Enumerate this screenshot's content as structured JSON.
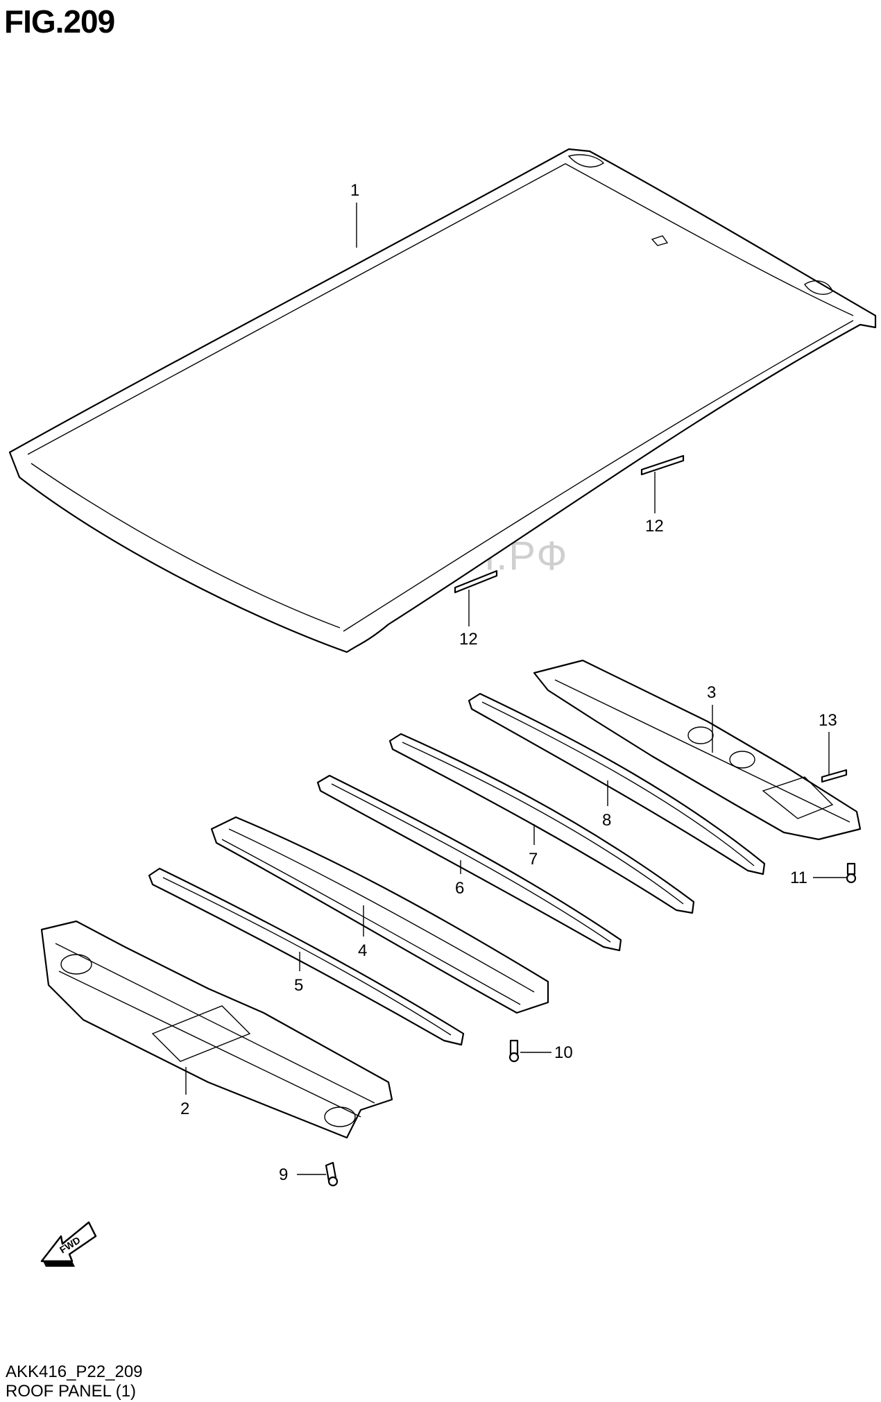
{
  "figure": {
    "title": "FIG.209",
    "code": "AKK416_P22_209",
    "caption": "ROOF PANEL (1)",
    "watermark": "СУЗУКИШОП.РФ",
    "fwd_label": "FWD"
  },
  "callouts": [
    {
      "id": "1",
      "text": "1"
    },
    {
      "id": "2",
      "text": "2"
    },
    {
      "id": "3",
      "text": "3"
    },
    {
      "id": "4",
      "text": "4"
    },
    {
      "id": "5",
      "text": "5"
    },
    {
      "id": "6",
      "text": "6"
    },
    {
      "id": "7",
      "text": "7"
    },
    {
      "id": "8",
      "text": "8"
    },
    {
      "id": "9",
      "text": "9"
    },
    {
      "id": "10",
      "text": "10"
    },
    {
      "id": "11",
      "text": "11"
    },
    {
      "id": "12a",
      "text": "12"
    },
    {
      "id": "12b",
      "text": "12"
    },
    {
      "id": "13",
      "text": "13"
    }
  ]
}
